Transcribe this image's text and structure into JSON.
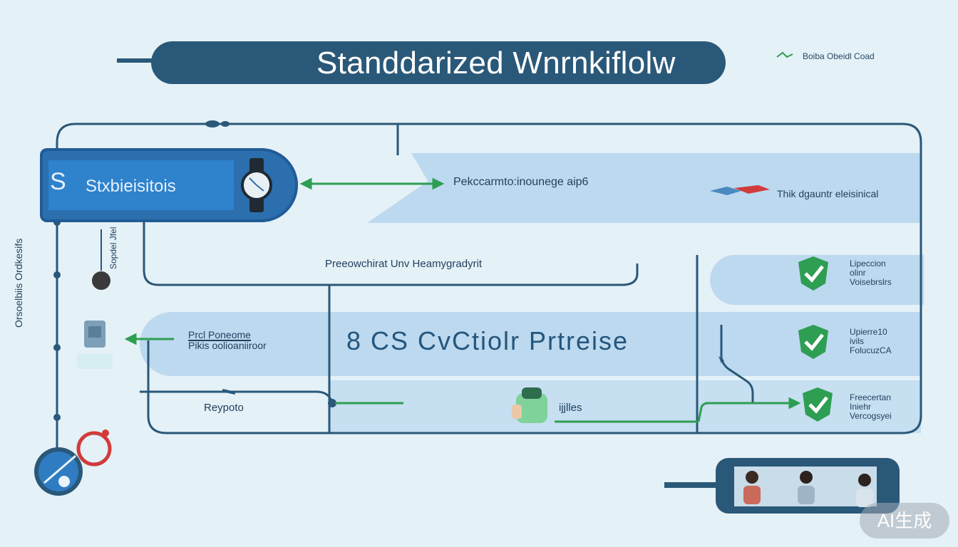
{
  "title": "Standdarized Wnrnkiflolw",
  "corner_note": "Boiba Obeidl Coad",
  "panel": {
    "label": "Stxbieisitois",
    "glyph": "S"
  },
  "top_band_text": "Pekccarmto:inounege aip6",
  "top_band_small": "Thik dgauntr eleisinical",
  "pre_text": "Preeowchirat Unv Heamygradyrit",
  "mid_band_text": "8 CS  CvCtiolr  Prtreise",
  "box_text_1": "Prcl Poneome",
  "box_text_2": "Pikis oolioaniiroor",
  "rey_text": "Reypoto",
  "ijjles_text": "ijjlles",
  "left_vertical": "Orsoelbiis Ordkesifs",
  "left_vertical_small": "Sopdel Jfel",
  "checks": [
    {
      "label": "Lipeccion\nolinr\nVoisebrslrs"
    },
    {
      "label": "Upierre10\nivils\nFolucuzCA"
    },
    {
      "label": "Freecertan\nIniehr\nVercogsyei"
    }
  ],
  "badge": "AI生成",
  "icons": [
    "check-icon",
    "watch-icon",
    "clock-icon",
    "person-icon"
  ],
  "colors": {
    "background": "#e4f1f7",
    "title_pill": "#2a5878",
    "panel_blue": "#2b6fae",
    "band": "#bcd9ef",
    "line": "#2a5878",
    "green": "#2e9e52",
    "red": "#d13b3b"
  }
}
